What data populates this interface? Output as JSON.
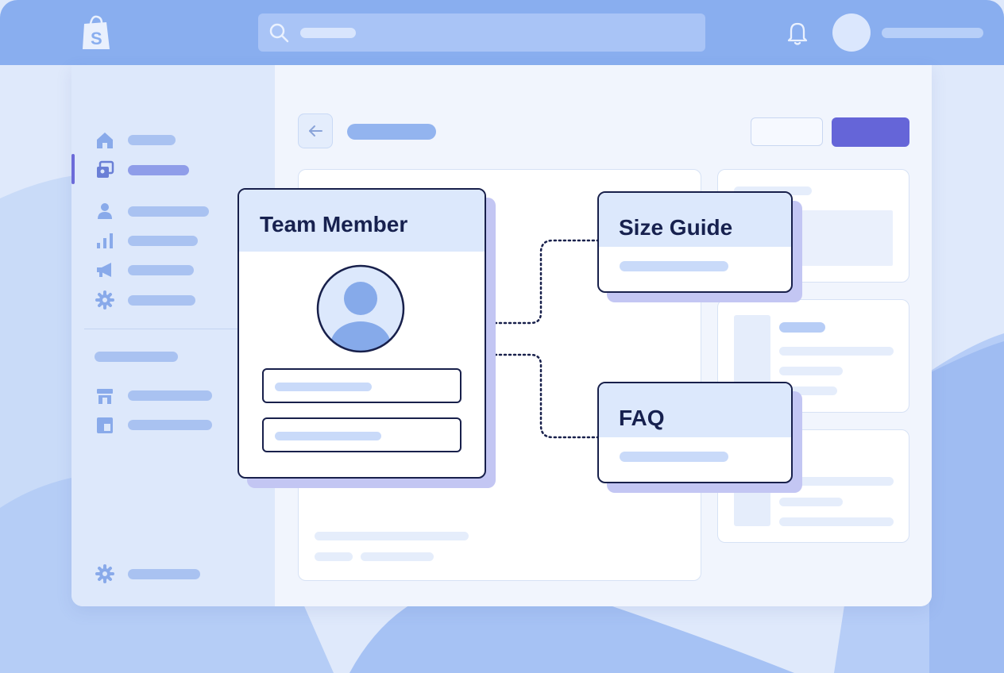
{
  "header": {
    "logo_icon": "shopify-bag-icon",
    "search_icon": "search-icon",
    "notification_icon": "bell-icon"
  },
  "sidebar": {
    "items": [
      {
        "icon": "home-icon"
      },
      {
        "icon": "content-icon",
        "active": true
      },
      {
        "icon": "person-icon"
      },
      {
        "icon": "bar-chart-icon"
      },
      {
        "icon": "megaphone-icon"
      },
      {
        "icon": "apps-icon"
      },
      {
        "icon": "store-icon"
      },
      {
        "icon": "layout-icon"
      }
    ],
    "footer_icon": "settings-icon"
  },
  "main": {
    "back_icon": "arrow-left-icon"
  },
  "metaobjects": {
    "team_member": {
      "title": "Team Member"
    },
    "size_guide": {
      "title": "Size Guide"
    },
    "faq": {
      "title": "FAQ"
    }
  },
  "colors": {
    "topbar": "#89aeef",
    "accent": "#6565d8",
    "card_border": "#18204b",
    "card_shadow": "#c3c6f3",
    "card_header": "#dce8fc"
  }
}
